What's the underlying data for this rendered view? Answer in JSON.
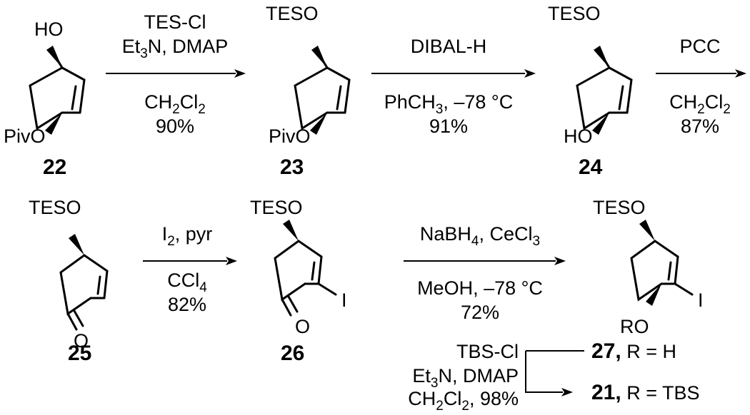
{
  "compounds": {
    "c22": {
      "number": "22",
      "top": "HO",
      "bottom": "PivO"
    },
    "c23": {
      "number": "23",
      "top": "TESO",
      "bottom": "PivO"
    },
    "c24": {
      "number": "24",
      "top": "TESO",
      "bottom": "HO"
    },
    "c25": {
      "number": "25",
      "top": "TESO",
      "carbonyl": "O"
    },
    "c26": {
      "number": "26",
      "top": "TESO",
      "carbonyl": "O",
      "iodo": "I"
    },
    "c27": {
      "top": "TESO",
      "bottom": "RO",
      "iodo": "I"
    }
  },
  "steps": {
    "s1": {
      "above1": "TES-Cl",
      "above2_a": "Et",
      "above2_sub": "3",
      "above2_b": "N, DMAP",
      "below1_a": "CH",
      "below1_sub": "2",
      "below1_b": "Cl",
      "below1_sub2": "2",
      "yield": "90%"
    },
    "s2": {
      "above": "DIBAL-H",
      "below1_a": "PhCH",
      "below1_sub": "3",
      "below1_b": ", –78 °C",
      "yield": "91%"
    },
    "s3": {
      "above": "PCC",
      "below1_a": "CH",
      "below1_sub": "2",
      "below1_b": "Cl",
      "below1_sub2": "2",
      "yield": "87%"
    },
    "s4": {
      "above_a": "I",
      "above_sub": "2",
      "above_b": ", pyr",
      "below1_a": "CCl",
      "below1_sub": "4",
      "yield": "82%"
    },
    "s5": {
      "above_a": "NaBH",
      "above_sub": "4",
      "above_b": ", CeCl",
      "above_sub2": "3",
      "below1": "MeOH, –78 °C",
      "yield": "72%"
    },
    "s6": {
      "line1": "TBS-Cl",
      "line2_a": "Et",
      "line2_sub": "3",
      "line2_b": "N, DMAP",
      "line3_a": "CH",
      "line3_sub": "2",
      "line3_b": "Cl",
      "line3_sub2": "2",
      "line3_c": ", 98%"
    }
  },
  "products": {
    "p27": {
      "number": "27,",
      "label": " R = H"
    },
    "p21": {
      "number": "21,",
      "label": " R = TBS"
    }
  }
}
